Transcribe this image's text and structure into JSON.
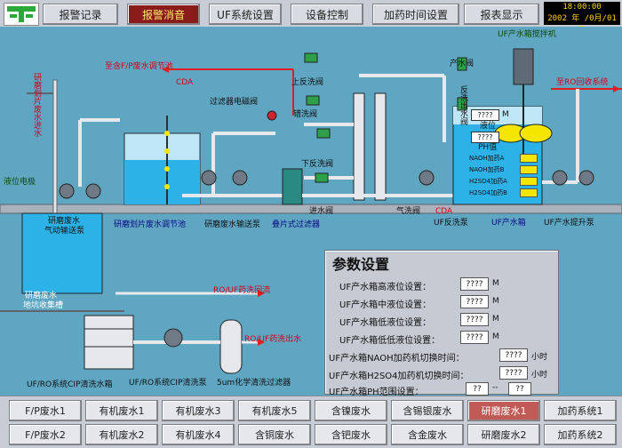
{
  "top_nav": {
    "items": [
      "报警记录",
      "报警消音",
      "UF系统设置",
      "设备控制",
      "加药时间设置",
      "报表显示"
    ],
    "active_index": 1
  },
  "clock": {
    "time": "18:00:00",
    "date": "2002 年 /0月/01日"
  },
  "diagram": {
    "labels": {
      "to_fp": "至含F/P废水调节池",
      "cda1": "CDA",
      "to_ro": "至RO回收系统",
      "uf_tank_mixer": "UF产水箱搅拌机",
      "grind_water_in": "研磨划片废水进水",
      "level_electrode": "液位电极",
      "filter_valve": "过滤器电磁阀",
      "back_wash_upper": "上反洗阀",
      "wrong_wash": "错洗阀",
      "back_wash_lower": "下反洗阀",
      "uf_product_valve": "产水阀",
      "back_wash_valve": "反洗出水阀",
      "inlet_valve": "进水阀",
      "air_wash_valve": "气洗阀",
      "cda2": "CDA",
      "grind_pneumatic_pump_1": "研磨废水",
      "grind_pneumatic_pump_2": "气动输送泵",
      "grind_tank": "研磨划片废水调节池",
      "grind_transfer_pump": "研磨废水输送泵",
      "stack_filter": "叠片式过滤器",
      "uf_backwash_pump": "UF反洗泵",
      "uf_tank": "UF产水箱",
      "uf_lift_pump": "UF产水提升泵",
      "sump_1": "研磨废水",
      "sump_2": "地坑收集槽",
      "ro_uf_return": "RO/UF药洗回流",
      "ro_uf_out": "RO/UF药洗出水",
      "cip_tank": "UF/RO系统CIP清洗水箱",
      "cip_pump": "UF/RO系统CIP清洗泵",
      "cip_filter": "5um化学清洗过滤器",
      "tank_m": "????",
      "tank_m_unit": "M",
      "tank_level": "液位",
      "ph_label": "PH值",
      "chem": [
        "NAOH加药A",
        "NAOH加药B",
        "H2SO4加药A",
        "H2SO4加药B"
      ]
    }
  },
  "params": {
    "title": "参数设置",
    "rows": [
      {
        "label": "UF产水箱高液位设置：",
        "value": "????",
        "unit": "M"
      },
      {
        "label": "UF产水箱中液位设置：",
        "value": "????",
        "unit": "M"
      },
      {
        "label": "UF产水箱低液位设置：",
        "value": "????",
        "unit": "M"
      },
      {
        "label": "UF产水箱低低液位设置：",
        "value": "????",
        "unit": "M"
      },
      {
        "label": "UF产水箱NAOH加药机切换时间：",
        "value": "????",
        "unit": "小时"
      },
      {
        "label": "UF产水箱H2SO4加药机切换时间：",
        "value": "????",
        "unit": "小时"
      },
      {
        "label": "UF产水箱PH范围设置：",
        "value": "??",
        "sep": "--",
        "value2": "??"
      }
    ]
  },
  "bottom_nav": {
    "row1": [
      "F/P废水1",
      "有机废水1",
      "有机废水3",
      "有机废水5",
      "含镍废水",
      "含锡银废水",
      "研磨废水1",
      "加药系统1"
    ],
    "row2": [
      "F/P废水2",
      "有机废水2",
      "有机废水4",
      "含铜废水",
      "含钯废水",
      "含金废水",
      "研磨废水2",
      "加药系统2"
    ],
    "active": "研磨废水1"
  }
}
